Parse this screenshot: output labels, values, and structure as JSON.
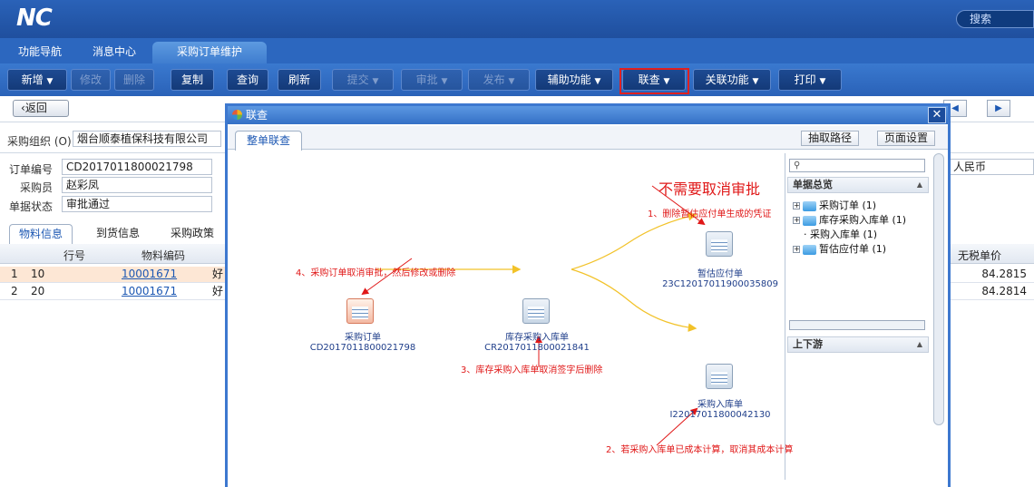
{
  "app": {
    "logo": "NC",
    "search_label": "搜索"
  },
  "tabs": [
    "功能导航",
    "消息中心",
    "采购订单维护"
  ],
  "toolbar": {
    "new": "新增",
    "modify": "修改",
    "delete": "删除",
    "copy": "复制",
    "query": "查询",
    "refresh": "刷新",
    "submit": "提交",
    "approve": "审批",
    "publish": "发布",
    "assist": "辅助功能",
    "link_query": "联查",
    "related": "关联功能",
    "print": "打印",
    "caret": "▼"
  },
  "form": {
    "back": "返回",
    "purchase_org_label": "采购组织",
    "purchase_org_hotkey": "(O)",
    "purchase_org_value": "烟台顺泰植保科技有限公司",
    "order_no_label": "订单编号",
    "order_no_value": "CD2017011800021798",
    "buyer_label": "采购员",
    "buyer_value": "赵彩凤",
    "status_label": "单据状态",
    "status_value": "审批通过",
    "currency_value": "人民币"
  },
  "subtabs": [
    "物料信息",
    "到货信息",
    "采购政策"
  ],
  "grid": {
    "headers": {
      "line_no": "行号",
      "material_code": "物料编码",
      "price_ex_tax": "无税单价"
    },
    "rows": [
      {
        "idx": "1",
        "line_no": "10",
        "material_code": "10001671",
        "desc": "好",
        "price": "84.2815"
      },
      {
        "idx": "2",
        "line_no": "20",
        "material_code": "10001671",
        "desc": "好",
        "price": "84.2814"
      }
    ]
  },
  "dialog": {
    "title": "联查",
    "close": "✕",
    "tab": "整单联查",
    "extract_path": "抽取路径",
    "page_setup": "页面设置",
    "nodes": {
      "po": {
        "name": "采购订单",
        "code": "CD2017011800021798"
      },
      "stock_in": {
        "name": "库存采购入库单",
        "code": "CR2017011800021841"
      },
      "estimated_ap": {
        "name": "暂估应付单",
        "code": "23C12017011900035809"
      },
      "purchase_in": {
        "name": "采购入库单",
        "code": "I22017011800042130"
      }
    },
    "annotations": {
      "headline": "不需要取消审批",
      "step1": "1、删除暂估应付单生成的凭证",
      "step2": "2、若采购入库单已成本计算，取消其成本计算",
      "step3": "3、库存采购入库单取消签字后删除",
      "step4": "4、采购订单取消审批，然后修改或删除"
    },
    "side": {
      "search_icon": "search-icon",
      "summary_title": "单据总览",
      "tree": [
        {
          "sign": "+",
          "label": "采购订单 (1)",
          "folder": true
        },
        {
          "sign": "+",
          "label": "库存采购入库单 (1)",
          "folder": true
        },
        {
          "sign": "",
          "label": "· 采购入库单 (1)",
          "folder": false
        },
        {
          "sign": "+",
          "label": "暂估应付单 (1)",
          "folder": true
        }
      ],
      "updown_title": "上下游"
    }
  },
  "colors": {
    "accent": "#2a62b8",
    "highlight": "#e02020",
    "arrow": "#f2c229",
    "annotation": "#e01818"
  }
}
